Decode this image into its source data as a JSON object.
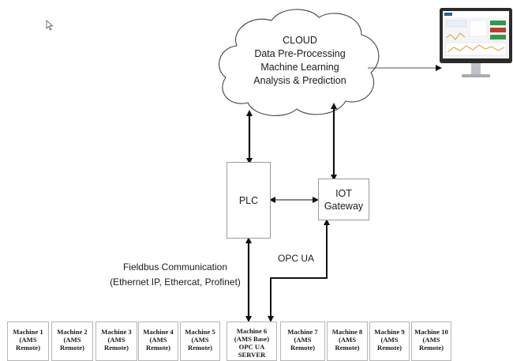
{
  "cloud": {
    "line1": "CLOUD",
    "line2": "Data Pre-Processing",
    "line3": "Machine Learning",
    "line4": "Analysis & Prediction"
  },
  "plc": {
    "label": "PLC"
  },
  "iot_gateway": {
    "line1": "IOT",
    "line2": "Gateway"
  },
  "fieldbus": {
    "line1": "Fieldbus Communication",
    "line2": "(Ethernet IP, Ethercat, Profinet)"
  },
  "opc_ua": {
    "label": "OPC UA"
  },
  "machines": [
    {
      "name": "Machine 1",
      "role": "(AMS",
      "role2": "Remote)"
    },
    {
      "name": "Machine 2",
      "role": "(AMS",
      "role2": "Remote)"
    },
    {
      "name": "Machine 3",
      "role": "(AMS",
      "role2": "Remote)"
    },
    {
      "name": "Machine 4",
      "role": "(AMS",
      "role2": "Remote)"
    },
    {
      "name": "Machine 5",
      "role": "(AMS",
      "role2": "Remote)"
    },
    {
      "name": "Machine 6",
      "role": "(AMS  Base)",
      "role2": "OPC UA",
      "role3": "SERVER"
    },
    {
      "name": "Machine 7",
      "role": "(AMS",
      "role2": "Remote)"
    },
    {
      "name": "Machine 8",
      "role": "(AMS",
      "role2": "Remote)"
    },
    {
      "name": "Machine 9",
      "role": "(AMS",
      "role2": "Remote)"
    },
    {
      "name": "Machine 10",
      "role": "(AMS",
      "role2": "Remote)"
    }
  ],
  "colors": {
    "line": "#111111",
    "box_border": "#9a9a9a",
    "monitor_frame": "#2b2b2b",
    "monitor_stand": "#bfc3c8"
  },
  "icons": [
    "cursor-icon",
    "cloud-shape",
    "monitor-icon"
  ]
}
